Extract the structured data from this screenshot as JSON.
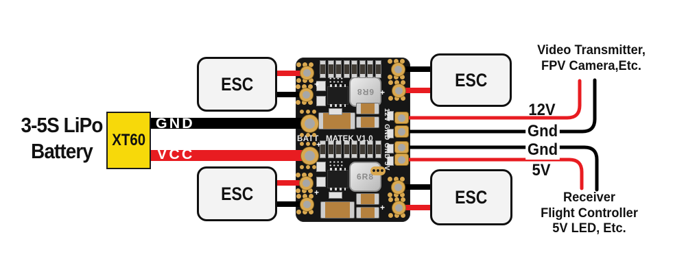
{
  "battery": {
    "line1": "3-5S LiPo",
    "line2": "Battery",
    "connector_label": "XT60"
  },
  "battery_wires": {
    "gnd": "GND",
    "vcc": "VCC"
  },
  "esc_labels": [
    "ESC",
    "ESC",
    "ESC",
    "ESC"
  ],
  "pcb": {
    "batt_label": "BATT",
    "board_name": "MATEK V1.0",
    "output_rail_label": "12V GND GND 5V",
    "inductor_top": "6R8",
    "inductor_bottom": "6R8"
  },
  "outputs": {
    "v12": "12V",
    "gnd1": "Gnd",
    "gnd2": "Gnd",
    "v5": "5V"
  },
  "notes": {
    "top": {
      "line1": "Video Transmitter,",
      "line2": "FPV Camera,Etc."
    },
    "bottom": {
      "line1": "Receiver",
      "line2": "Flight Controller",
      "line3": "5V LED, Etc."
    }
  },
  "colors": {
    "wire_red": "#e81c21",
    "wire_black": "#000000",
    "pcb_black": "#161616",
    "pad_gold": "#d9a850",
    "solder_gray": "#a7a7a7",
    "xt60_yellow": "#f7d90a",
    "esc_fill": "#f3f3f3"
  }
}
